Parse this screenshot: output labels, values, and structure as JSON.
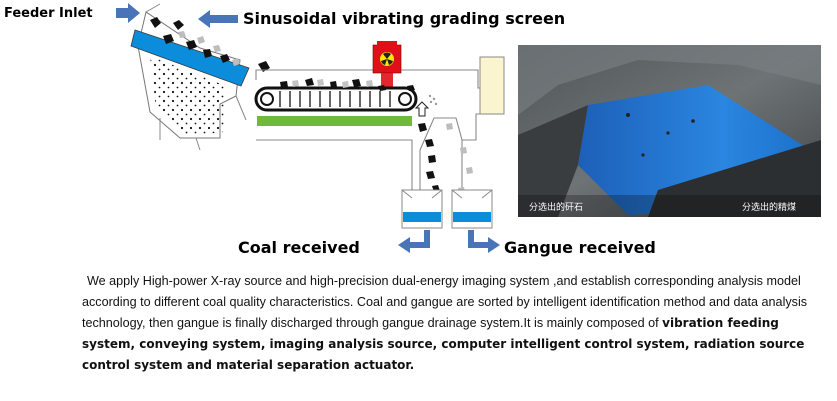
{
  "labels": {
    "feeder_inlet": "Feeder Inlet",
    "screen_title": "Sinusoidal vibrating grading screen",
    "coal_received": "Coal received",
    "gangue_received": "Gangue received"
  },
  "photo": {
    "caption_left": "分选出的矸石",
    "caption_right": "分选出的精煤"
  },
  "description": {
    "sentence_1": "We apply High-power X-ray source and high-precision dual-energy imaging system ,and establish corresponding analysis model according to different coal quality characteristics.",
    "sentence_2": "Coal and gangue are sorted by intelligent identification method and data analysis technology, then gangue is finally discharged through gangue drainage system.",
    "composed_prefix": "It is mainly composed of ",
    "components": "vibration feeding system, conveying system, imaging analysis source, computer intelligent control system, radiation source control system and material separation actuator."
  },
  "colors": {
    "arrow_blue": "#4a74b8",
    "screen_blue": "#0c8ddc",
    "conveyor_green": "#72b83a",
    "xray_red": "#e01018",
    "radiation_yellow": "#ffe600",
    "cabinet_cream": "#fbf5cf"
  }
}
